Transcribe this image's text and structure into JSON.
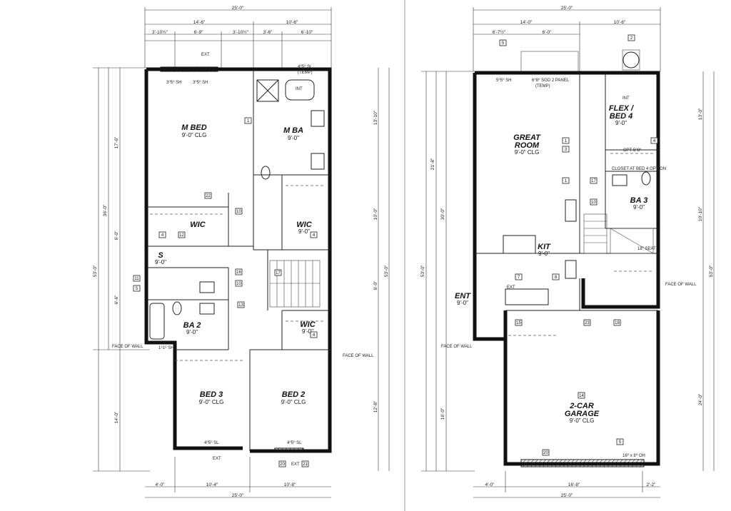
{
  "sheet": {
    "divider_color": "#999999",
    "line_color": "#111111"
  },
  "second_floor": {
    "rooms": {
      "m_bed": {
        "name": "M BED",
        "clg": "9'-0\" CLG"
      },
      "m_ba": {
        "name": "M BA",
        "clg": "9'-0\""
      },
      "wic_1": {
        "name": "WIC",
        "clg": ""
      },
      "wic_2": {
        "name": "WIC",
        "clg": "9'-0\""
      },
      "wic_3": {
        "name": "WIC",
        "clg": "9'-0\""
      },
      "s": {
        "name": "S",
        "clg": "9'-0\""
      },
      "ba_2": {
        "name": "BA 2",
        "clg": "9'-0\""
      },
      "bed_3": {
        "name": "BED 3",
        "clg": "9'-0\" CLG"
      },
      "bed_2": {
        "name": "BED 2",
        "clg": "9'-0\" CLG"
      }
    },
    "top_dims": {
      "overall": "25'-0\"",
      "left": "14'-6\"",
      "right": "10'-6\""
    },
    "bottom_dims": {
      "overall": "25'-0\"",
      "a": "4'-0\"",
      "b": "10'-4\"",
      "c": "10'-8\""
    },
    "side_dims": {
      "overall": "53'-0\"",
      "upper": "36'-0\"",
      "lower": "14'-0\""
    },
    "notes": {
      "face_of_wall_l": "FACE OF WALL",
      "face_of_wall_r": "FACE OF WALL",
      "ext_top": "EXT",
      "ext_bot": "EXT",
      "ext_bot2": "EXT",
      "sh1": "3⁰5⁰ SH",
      "sh2": "3⁰5⁰ SH",
      "sl1": "4⁰5⁰ SL",
      "sl2": "4⁰5⁰ SL",
      "sl3": "4⁰5⁰ SL",
      "temp": "(TEMP)",
      "sh3": "1⁶1⁶ SH",
      "int": "INT"
    }
  },
  "first_floor": {
    "rooms": {
      "great_room": {
        "name": "GREAT",
        "name2": "ROOM",
        "clg": "9'-0\" CLG"
      },
      "flex": {
        "name": "FLEX /",
        "name2": "BED 4",
        "clg": "9'-0\""
      },
      "kit": {
        "name": "KIT",
        "clg": "9'-0\""
      },
      "ba_3": {
        "name": "BA 3",
        "clg": "9'-0\""
      },
      "ent": {
        "name": "ENT",
        "clg": "9'-0\""
      },
      "garage": {
        "name": "2-CAR",
        "name2": "GARAGE",
        "clg": "9'-0\" CLG"
      }
    },
    "top_dims": {
      "overall": "25'-0\"",
      "left": "14'-0\"",
      "right": "10'-6\""
    },
    "bottom_dims": {
      "overall": "25'-0\"",
      "a": "4'-0\"",
      "b": "16'-8\"",
      "c": "2'-2\""
    },
    "side_dims": {
      "overall": "53'-0\"",
      "upper": "21'-8\"",
      "lower": "16'-0\""
    },
    "notes": {
      "face_of_wall_l": "FACE OF WALL",
      "face_of_wall_r": "FACE OF WALL",
      "sgd": "6⁰8⁰ SGD 2 PANEL",
      "temp": "(TEMP)",
      "sh": "5⁰5⁰ SH",
      "opt": "OPT 5⁰8⁰",
      "closet": "CLOSET AT BED 4 OPTION",
      "seat": "18\" SEAT",
      "int": "INT",
      "garage_door": "16⁰ x 8⁰ OH",
      "ext": "EXT"
    }
  }
}
